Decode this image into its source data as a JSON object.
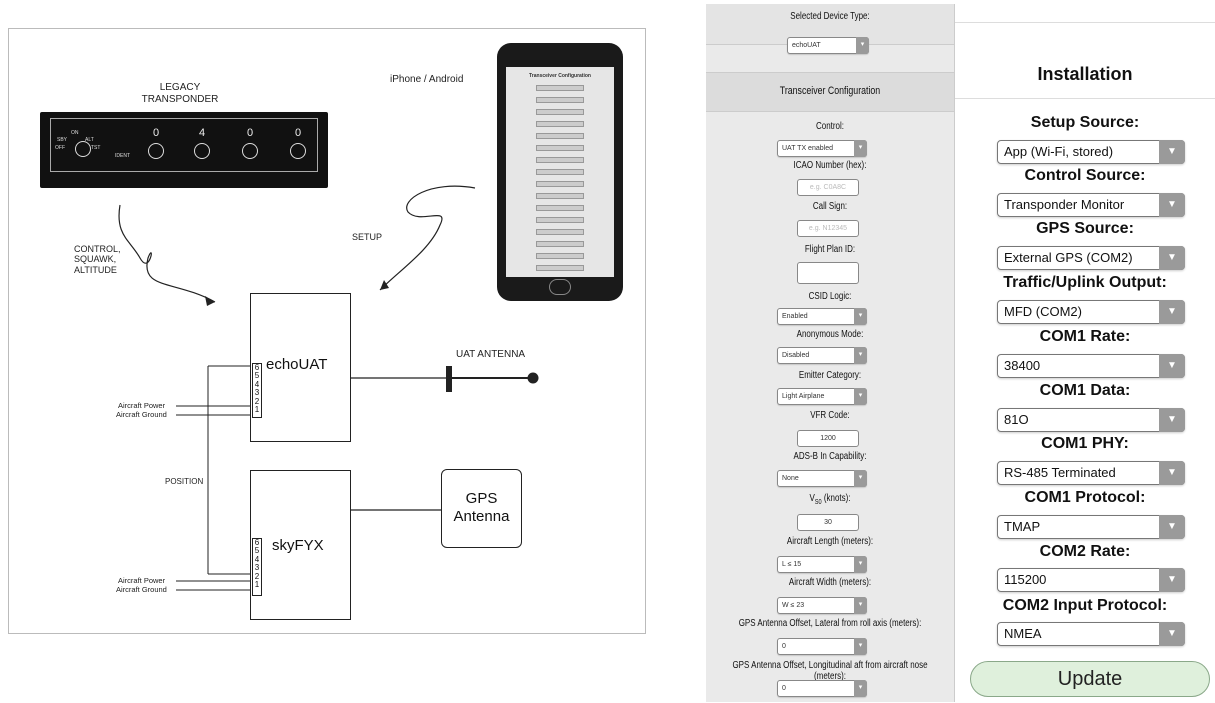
{
  "diagram": {
    "transponder_title": "LEGACY\nTRANSPONDER",
    "phone_label": "iPhone / Android",
    "control_label": "CONTROL,\nSQUAWK,\nALTITUDE",
    "setup_label": "SETUP",
    "echouat_label": "echoUAT",
    "skyfyx_label": "skyFYX",
    "uat_antenna_label": "UAT ANTENNA",
    "gps_antenna_label": "GPS\nAntenna",
    "position_label": "POSITION",
    "aircraft_power": "Aircraft Power",
    "aircraft_ground": "Aircraft Ground",
    "pins": [
      "6",
      "5",
      "4",
      "3",
      "2",
      "1"
    ],
    "transponder_digits": [
      "0",
      "4",
      "0",
      "0"
    ],
    "transponder_mode_labels": [
      "SBY",
      "ON",
      "ALT",
      "OFF",
      "TST",
      "IDENT"
    ],
    "phone_screen_title": "Transceiver Configuration"
  },
  "config": {
    "selected_device_label": "Selected Device Type:",
    "selected_device_value": "echoUAT",
    "header": "Transceiver Configuration",
    "control_label": "Control:",
    "control_value": "UAT TX enabled",
    "icao_label": "ICAO Number (hex):",
    "icao_placeholder": "e.g. C0A8C",
    "callsign_label": "Call Sign:",
    "callsign_placeholder": "e.g. N12345",
    "flightplan_label": "Flight Plan ID:",
    "csid_label": "CSID Logic:",
    "csid_value": "Enabled",
    "anonymous_label": "Anonymous Mode:",
    "anonymous_value": "Disabled",
    "emitter_label": "Emitter Category:",
    "emitter_value": "Light Airplane",
    "vfr_label": "VFR Code:",
    "vfr_value": "1200",
    "adsb_label": "ADS-B In Capability:",
    "adsb_value": "None",
    "vso_label_pre": "V",
    "vso_label_sub": "S0",
    "vso_label_post": " (knots):",
    "vso_value": "30",
    "length_label": "Aircraft Length (meters):",
    "length_value": "L ≤ 15",
    "width_label": "Aircraft Width (meters):",
    "width_value": "W ≤ 23",
    "lat_offset_label": "GPS Antenna Offset, Lateral from roll axis (meters):",
    "lat_offset_value": "0",
    "lon_offset_label": "GPS Antenna Offset, Longitudinal aft from aircraft nose (meters):",
    "lon_offset_value": "0"
  },
  "install": {
    "title": "Installation",
    "fields": [
      {
        "label": "Setup Source:",
        "value": "App (Wi-Fi, stored)"
      },
      {
        "label": "Control Source:",
        "value": "Transponder Monitor"
      },
      {
        "label": "GPS Source:",
        "value": "External GPS (COM2)"
      },
      {
        "label": "Traffic/Uplink Output:",
        "value": "MFD (COM2)"
      },
      {
        "label": "COM1 Rate:",
        "value": "38400"
      },
      {
        "label": "COM1 Data:",
        "value": "81O"
      },
      {
        "label": "COM1 PHY:",
        "value": "RS-485 Terminated"
      },
      {
        "label": "COM1 Protocol:",
        "value": "TMAP"
      },
      {
        "label": "COM2 Rate:",
        "value": "115200"
      },
      {
        "label": "COM2 Input Protocol:",
        "value": "NMEA"
      }
    ],
    "update_label": "Update"
  },
  "colors": {
    "update_button": "#dff0dc",
    "select_button": "#9a9a9a",
    "config_bg": "#eaeaea"
  }
}
